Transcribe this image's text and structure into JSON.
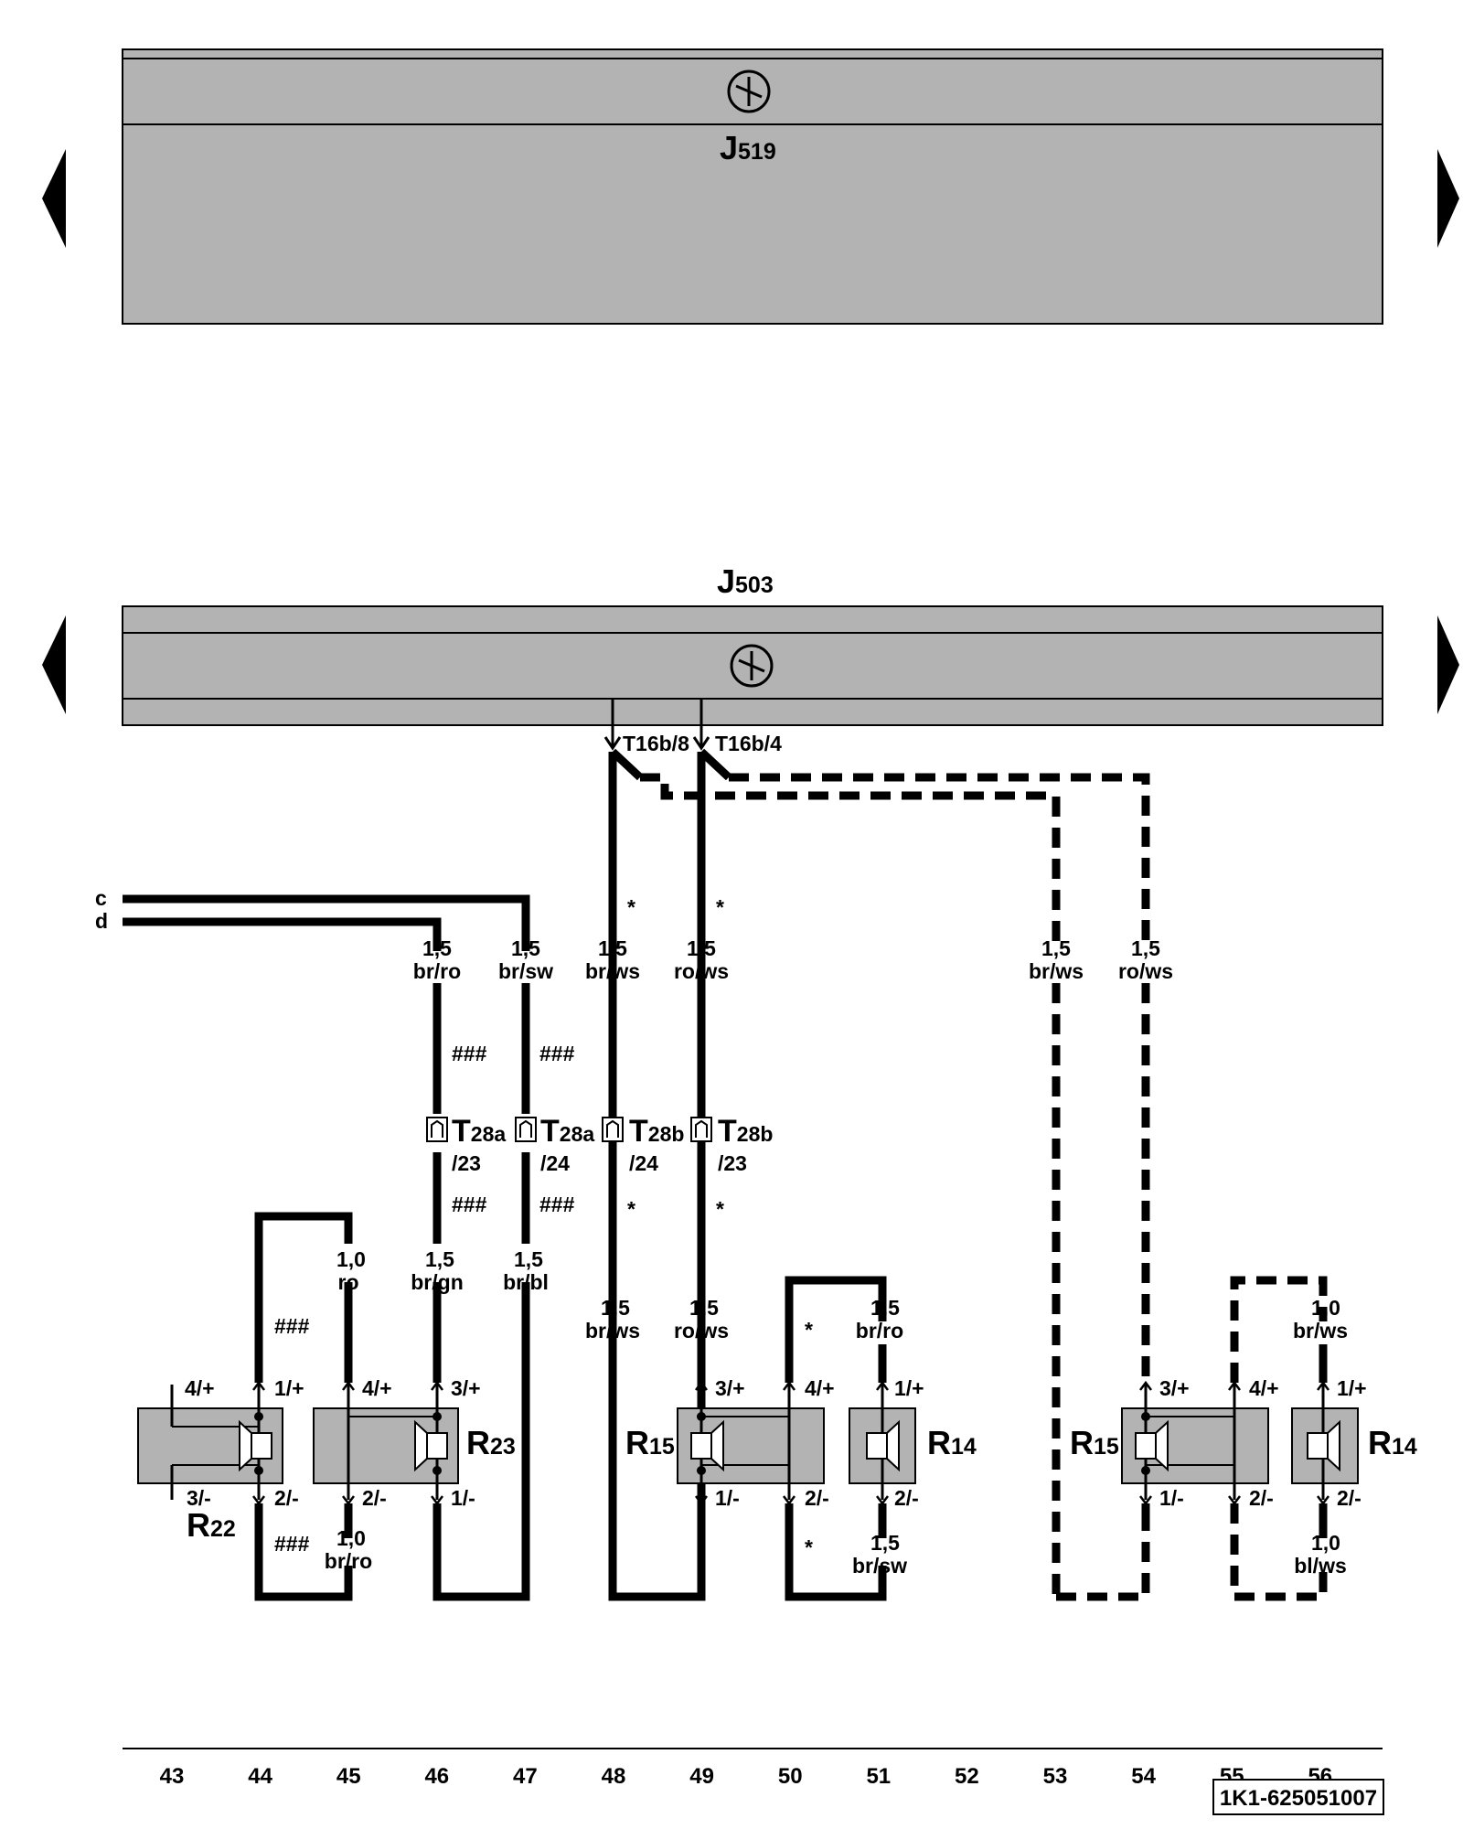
{
  "modules": {
    "top": {
      "name": "J",
      "sub": "519"
    },
    "mid": {
      "name": "J",
      "sub": "503"
    }
  },
  "ends": {
    "c": "c",
    "d": "d"
  },
  "connectors_top": {
    "t16b8": "T16b/8",
    "t16b4": "T16b/4"
  },
  "marks": {
    "hash": "###",
    "star": "*"
  },
  "wires": {
    "w46": [
      "1,5",
      "br/ro"
    ],
    "w47": [
      "1,5",
      "br/sw"
    ],
    "w48a": [
      "1,5",
      "br/ws"
    ],
    "w49a": [
      "1,5",
      "ro/ws"
    ],
    "w53": [
      "1,5",
      "br/ws"
    ],
    "w54": [
      "1,5",
      "ro/ws"
    ],
    "w45": [
      "1,0",
      "ro"
    ],
    "w46b": [
      "1,5",
      "br/gn"
    ],
    "w47b": [
      "1,5",
      "br/bl"
    ],
    "w48b": [
      "1,5",
      "br/ws"
    ],
    "w49b": [
      "1,5",
      "ro/ws"
    ],
    "w51a": [
      "1,5",
      "br/ro"
    ],
    "w56a": [
      "1,0",
      "br/ws"
    ],
    "w45b": [
      "1,0",
      "br/ro"
    ],
    "w51b": [
      "1,5",
      "br/sw"
    ],
    "w56b": [
      "1,0",
      "bl/ws"
    ]
  },
  "connectors": [
    {
      "name": "T",
      "sub": "28a",
      "pin": "/23"
    },
    {
      "name": "T",
      "sub": "28a",
      "pin": "/24"
    },
    {
      "name": "T",
      "sub": "28b",
      "pin": "/24"
    },
    {
      "name": "T",
      "sub": "28b",
      "pin": "/23"
    }
  ],
  "components": {
    "r22": {
      "name": "R",
      "sub": "22"
    },
    "r23": {
      "name": "R",
      "sub": "23"
    },
    "r15a": {
      "name": "R",
      "sub": "15"
    },
    "r14a": {
      "name": "R",
      "sub": "14"
    },
    "r15b": {
      "name": "R",
      "sub": "15"
    },
    "r14b": {
      "name": "R",
      "sub": "14"
    }
  },
  "pins": {
    "p4p": "4/+",
    "p1p": "1/+",
    "p3p": "3/+",
    "p3m": "3/-",
    "p2m": "2/-",
    "p1m": "1/-"
  },
  "columns": [
    "43",
    "44",
    "45",
    "46",
    "47",
    "48",
    "49",
    "50",
    "51",
    "52",
    "53",
    "54",
    "55",
    "56"
  ],
  "doc_number": "1K1-625051007"
}
